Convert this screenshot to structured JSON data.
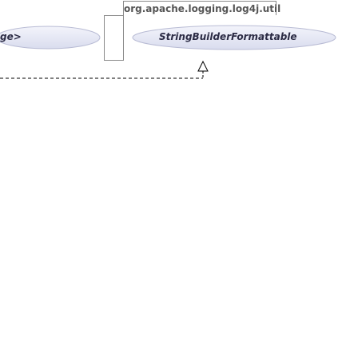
{
  "package": {
    "name": "org.apache.logging.log4j.util"
  },
  "classes": {
    "left": {
      "label": "ge>"
    },
    "right": {
      "label": "StringBuilderFormattable"
    }
  },
  "colors": {
    "border": "#8a8a8a",
    "ellipse_fill": "#e6e8f4",
    "ellipse_stroke": "#b8bbd4",
    "text": "#2b2b44",
    "package_text": "#555555"
  },
  "icons": {
    "interface_shape": "ellipse",
    "realization_arrow": "hollow-triangle"
  }
}
